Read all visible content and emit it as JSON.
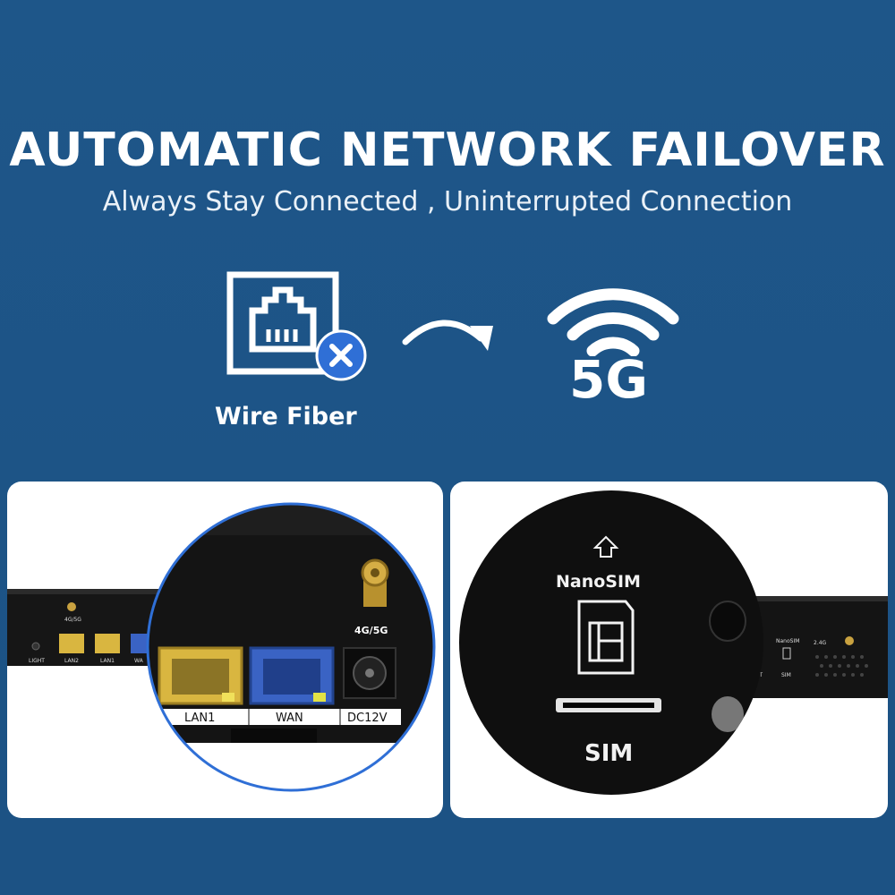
{
  "header": {
    "title": "AUTOMATIC NETWORK FAILOVER",
    "subtitle": "Always Stay Connected , Uninterrupted Connection"
  },
  "diagram": {
    "source_label": "Wire Fiber",
    "source_icon": "ethernet-port-icon",
    "fail_icon": "close-icon",
    "transition_icon": "curved-arrow-icon",
    "target_icon": "wifi-signal-icon",
    "target_label": "5G"
  },
  "left_panel": {
    "antenna_label": "4G/5G",
    "ports": [
      "LAN1",
      "WAN",
      "DC12V"
    ],
    "small_labels": [
      "4G/5G",
      "LIGHT",
      "LAN2",
      "LAN1",
      "WA"
    ]
  },
  "right_panel": {
    "nano_label": "NanoSIM",
    "sim_label": "SIM",
    "small_labels": [
      "NanoSIM",
      "2.4G",
      "ESET",
      "SIM"
    ]
  },
  "colors": {
    "background": "#1d5385",
    "accent_blue": "#2f6fd6",
    "port_yellow": "#d9b640",
    "port_blue": "#3a63c4"
  }
}
